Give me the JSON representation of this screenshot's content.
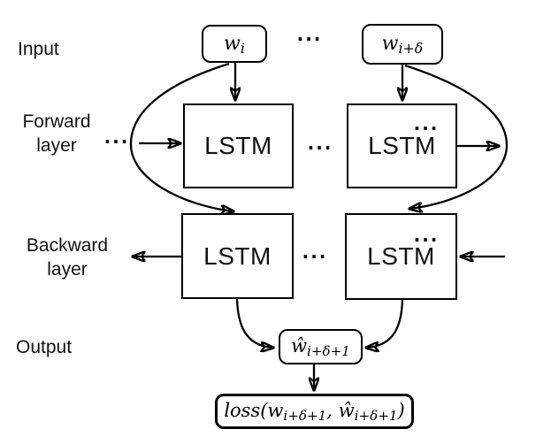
{
  "diagram": {
    "title_context": "Bidirectional LSTM diagram",
    "labels": {
      "input": "Input",
      "forward_line1": "Forward",
      "forward_line2": "layer",
      "backward_line1": "Backward",
      "backward_line2": "layer",
      "output": "Output"
    },
    "nodes": {
      "input_left": {
        "base": "w",
        "sub": "i"
      },
      "input_right": {
        "base": "w",
        "sub": "i+δ"
      },
      "forward_lstm_left": "LSTM",
      "forward_lstm_right": "LSTM",
      "backward_lstm_left": "LSTM",
      "backward_lstm_right": "LSTM",
      "output_word": {
        "base": "ŵ",
        "sub": "i+δ+1"
      },
      "loss": {
        "p1": "loss(w",
        "s1": "i+δ+1",
        "p2": ", ŵ",
        "s2": "i+δ+1",
        "p3": ")"
      }
    },
    "ellipsis": "···",
    "colors": {
      "ink": "#000000",
      "background": "#ffffff",
      "text": "#111111"
    }
  }
}
